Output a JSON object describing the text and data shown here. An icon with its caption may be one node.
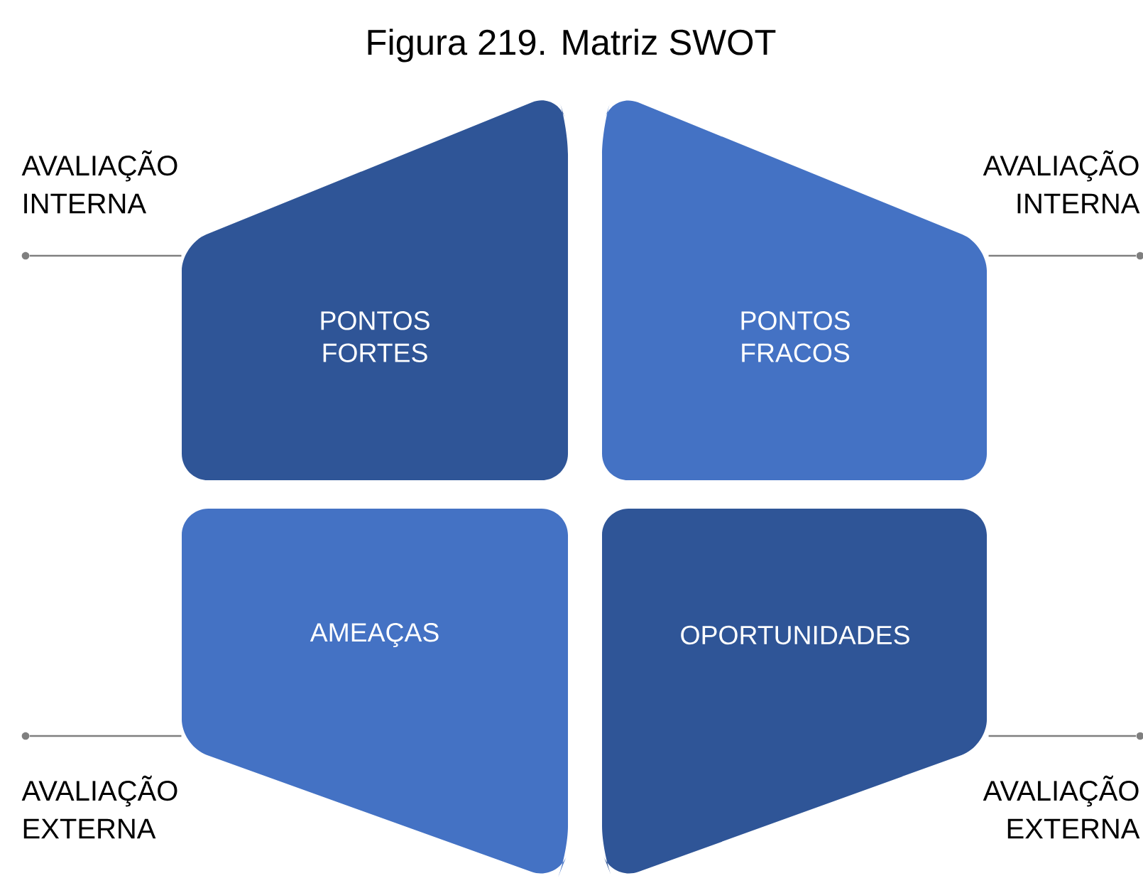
{
  "diagram": {
    "title": "Figura 219. Matriz SWOT",
    "nodes": [
      {
        "text": [
          "PONTOS FORTES"
        ]
      },
      {
        "text": [
          "PONTOS FRACOS"
        ]
      },
      {
        "text": [
          "AMEAÇAS"
        ]
      },
      {
        "text": [
          "OPORTUNIDADES"
        ]
      },
      {
        "text": [],
        "shape": "circle"
      },
      {
        "text": [],
        "shape": "circle"
      },
      {
        "text": [],
        "shape": "circle"
      },
      {
        "text": [],
        "shape": "circle"
      }
    ],
    "edges": [
      {
        "from": 4,
        "to": 0,
        "arrow": "none"
      },
      {
        "from": 5,
        "to": 1,
        "arrow": "none"
      },
      {
        "from": 6,
        "to": 2,
        "arrow": "none"
      },
      {
        "from": 7,
        "to": 3,
        "arrow": "none"
      }
    ],
    "labels": [
      "AVALIAÇÃO INTERNA",
      "AVALIAÇÃO INTERNA",
      "AVALIAÇÃO EXTERNA",
      "AVALIAÇÃO EXTERNA"
    ]
  }
}
